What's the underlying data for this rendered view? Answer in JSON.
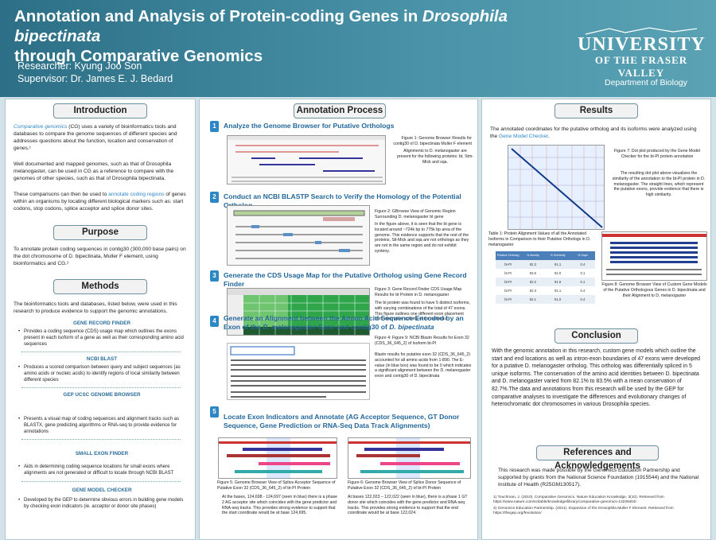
{
  "header": {
    "title_a": "Annotation and Analysis of Protein-coding Genes in ",
    "title_species": "Drosophila bipectinata",
    "title_b": "through Comparative Genomics",
    "researcher": "Researcher: Kyung Joo Son",
    "supervisor": "Supervisor: Dr. James E. J. Bedard",
    "logo_line1": "UNIVERSITY",
    "logo_line2": "OF THE FRASER VALLEY",
    "department": "Department of Biology"
  },
  "intro": {
    "heading": "Introduction",
    "p1_link": "Comparative genomics",
    "p1": " (CG) uses a variety of bioinformatics tools and databases to compare the genome sequences of different species and addresses questions about the function, location and conservation of genes.¹",
    "p2": "Well documented and mapped genomes, such as that of Drosophila melanogaster, can be used in CG as a reference to compare with the genomes of other species, such as that of Drosophila bipectinata.",
    "p3a": "These comparisons can then be used to ",
    "p3_link": "annotate coding regions",
    "p3b": " of genes within an organisms by locating different biological markers such as: start codons, stop codons, splice acceptor and splice donor sites."
  },
  "purpose": {
    "heading": "Purpose",
    "text": "To annotate protein coding sequences in contig30 (300,000 base pairs) on the dot chromosome of D. bipectinata, Muller F element, using bioinformatics and CG.²"
  },
  "methods": {
    "heading": "Methods",
    "intro": "The bioinformatics tools and databases, listed below, were used in this research to produce evidence to support the genomic annotations.",
    "tools": [
      {
        "name": "GENE RECORD FINDER",
        "desc": "Provides a coding sequence (CDS) usage map which outlines the exons present in each isoform of a gene as well as their corresponding amino acid sequences"
      },
      {
        "name": "NCBI BLAST",
        "desc": "Produces a scored comparison between query and subject sequences (as amino acids or nucleic acids) to identify regions of local similarity between different species"
      },
      {
        "name": "GEP UCSC GENOME BROWSER",
        "desc": "Presents a visual map of coding sequences and alignment tracks such as BLASTX, gene predicting algorithms or RNA-seq to provide evidence for annotations"
      },
      {
        "name": "SMALL EXON FINDER",
        "desc": "Aids in determining coding sequence locations for small exons where alignments are not generated or difficult to locate through NCBI BLAST"
      },
      {
        "name": "GENE MODEL CHECKER",
        "desc": "Developed by the GEP to determine obvious errors in building gene models by checking exon indicators (ie. acceptor or donor site phases)"
      }
    ]
  },
  "process": {
    "heading": "Annotation Process",
    "steps": [
      {
        "n": "1",
        "title": "Analyze the Genome Browser for Putative Orthologs",
        "cap": "Figure 1: Genome Browser Results for contig30 of D. bipectinata Muller F element",
        "note": "Alignments to D. melanogaster are present for the following proteins: bt, Stm-Mick and sqa."
      },
      {
        "n": "2",
        "title": "Conduct an NCBI BLASTP Search to Verify the Homology of the Potential Ortholog",
        "cap": "Figure 2: GBrowse View of Genomic Region Surrounding D. melanogaster bt gene",
        "note": "In the figure above, it is seen that the bt gene is located around ~724k bp to 775k bp area of the genome. This evidence supports that the rest of the proteins, Stl-Mick and sqa are not orthologs as they are not in the same region and do not exhibit synteny."
      },
      {
        "n": "3",
        "title": "Generate the CDS Usage Map for the Putative Ortholog using Gene Record Finder",
        "cap": "Figure 3: Gene Record Finder CDS Usage Map Results for bt Protein in D. melanogaster",
        "note": "The bt protein was found to have 5 distinct isoforms, with varying combinations of the total of 47 exons. This figure outlines one different exon placement from alternative splicing of the isoforms."
      },
      {
        "n": "4",
        "title_a": "Generate an Alignment between the Amino Acid Sequence Encoded by an Exon of the ",
        "title_it": "D. melanogaster",
        "title_b": " Gene and contig30 of ",
        "title_it2": "D. bipectinata",
        "cap": "Figure 4: Figure 9: NCBI Blastn Results for Exon 32 (CDS_36_645_2) of Isoform bt-PI",
        "note": "Blastn results for putative exon 32 (CDS_36_645_2) accounted for all amino acids from 1-890. The E-value (in blue box) was found to be 0 which indicates a significant alignment between the D. melanogaster exon and contig30 of D. bipectinata"
      },
      {
        "n": "5",
        "title": "Locate Exon Indicators and Annotate (AG Acceptor Sequence, GT Donor Sequence, Gene Prediction or RNA-Seq Data Track Alignments)",
        "cap5": "Figure 5: Genome Browser View of Splice Acceptor Sequence of Putative Exon 32 (CDS_36_645_2) of bt-PI Protein",
        "note5": "At the bases, 124,698 - 124,697 (seen in blue) there is a phase 2 AG acceptor site which coincides with the gene predictor and RNA-seq tracks. This provides strong evidence to support that the start coordinate would be at base 124,695.",
        "cap6": "Figure 6: Genome Browser View of Splice Donor Sequence of Putative Exon 32 (CDS_36_645_2) of bt-PI Protein",
        "note6": "At bases 122,023 – 122,022 (seen in blue), there is a phase 1 GT donor site which coincides with the gene predictor and RNA-seq tracks. This provides strong evidence to support that the end coordinate would be at base 122,024."
      }
    ]
  },
  "results": {
    "heading": "Results",
    "text_a": "The annotated coordinates for the putative ortholog and its isoforms were analyzed using the ",
    "text_link": "Gene Model Checker",
    "text_b": ".",
    "fig7cap": "Figure 7: Dot plot produced by the Gene Model Checker for the bt-PI protein annotation",
    "fig7note": "The resulting dot plot above visualizes the similarity of the annotation to the bt-PI protein in D. melanogaster. The straight lines, which represent the putative exons, provide evidence that there is high similarity.",
    "table_cap": "Table 1: Protein Alignment Values of all the Annotated Isoforms in Comparison to their Putative Orthologs in D. melanogaster",
    "table_headers": [
      "Putative Ortholog",
      "% Identity",
      "% Similarity",
      "% Gaps"
    ],
    "table_rows": [
      [
        "bt-PI",
        "82.3",
        "91.1",
        "0.4"
      ],
      [
        "bt-PI",
        "83.5",
        "92.0",
        "0.1"
      ],
      [
        "bt-PI",
        "82.2",
        "91.9",
        "0.1"
      ],
      [
        "bt-PI",
        "82.3",
        "91.1",
        "0.4"
      ],
      [
        "bt-PI",
        "82.1",
        "91.0",
        "0.4"
      ]
    ],
    "fig8cap": "Figure 8: Genome Browser View of Custom Gene Models of the Putative Orthologous Genes in D. bipectinata and their Alignment to D. melanogaster"
  },
  "conclusion": {
    "heading": "Conclusion",
    "text": "With the genomic annotation in this research, custom gene models which outline the start and end locations as well as intron-exon boundaries of 47 exons were developed for a putative D. melanogaster ortholog. This ortholog was differentially spliced in 5 unique isoforms. The conservation of the amino acid identities between D. bipectinata and D. melanogaster varied from 82.1% to 83.5% with a mean conservation of 82.7%.The data and annotations from this research will be used by the GEP for comparative analyses to investigate the differences and evolutionary changes of heterochromatic dot chromosomes in various Drosophila species."
  },
  "references": {
    "heading": "References and Acknowledgements",
    "ack": "This research was made possible by the Genomics Education Partnership and supported by grants from the National Science Foundation (1915544) and the National Institute of Health (R25GM130517).",
    "refs": [
      "1)  Touchman, J. (2010). Comparative Genomics. Nature Education Knowledge, 3(10). Retrieved from https://www.nature.com/scitable/knowledge/library/comparative-genomics-13239404/",
      "2)  Genomics Education Partnership. (2021). Expansion of the Drosophila Muller F Element. Retrieved from https://thegep.org/fevolution/"
    ]
  },
  "colors": {
    "header": "#2c6f86",
    "accent": "#2d87c4",
    "heading": "#23679a"
  }
}
